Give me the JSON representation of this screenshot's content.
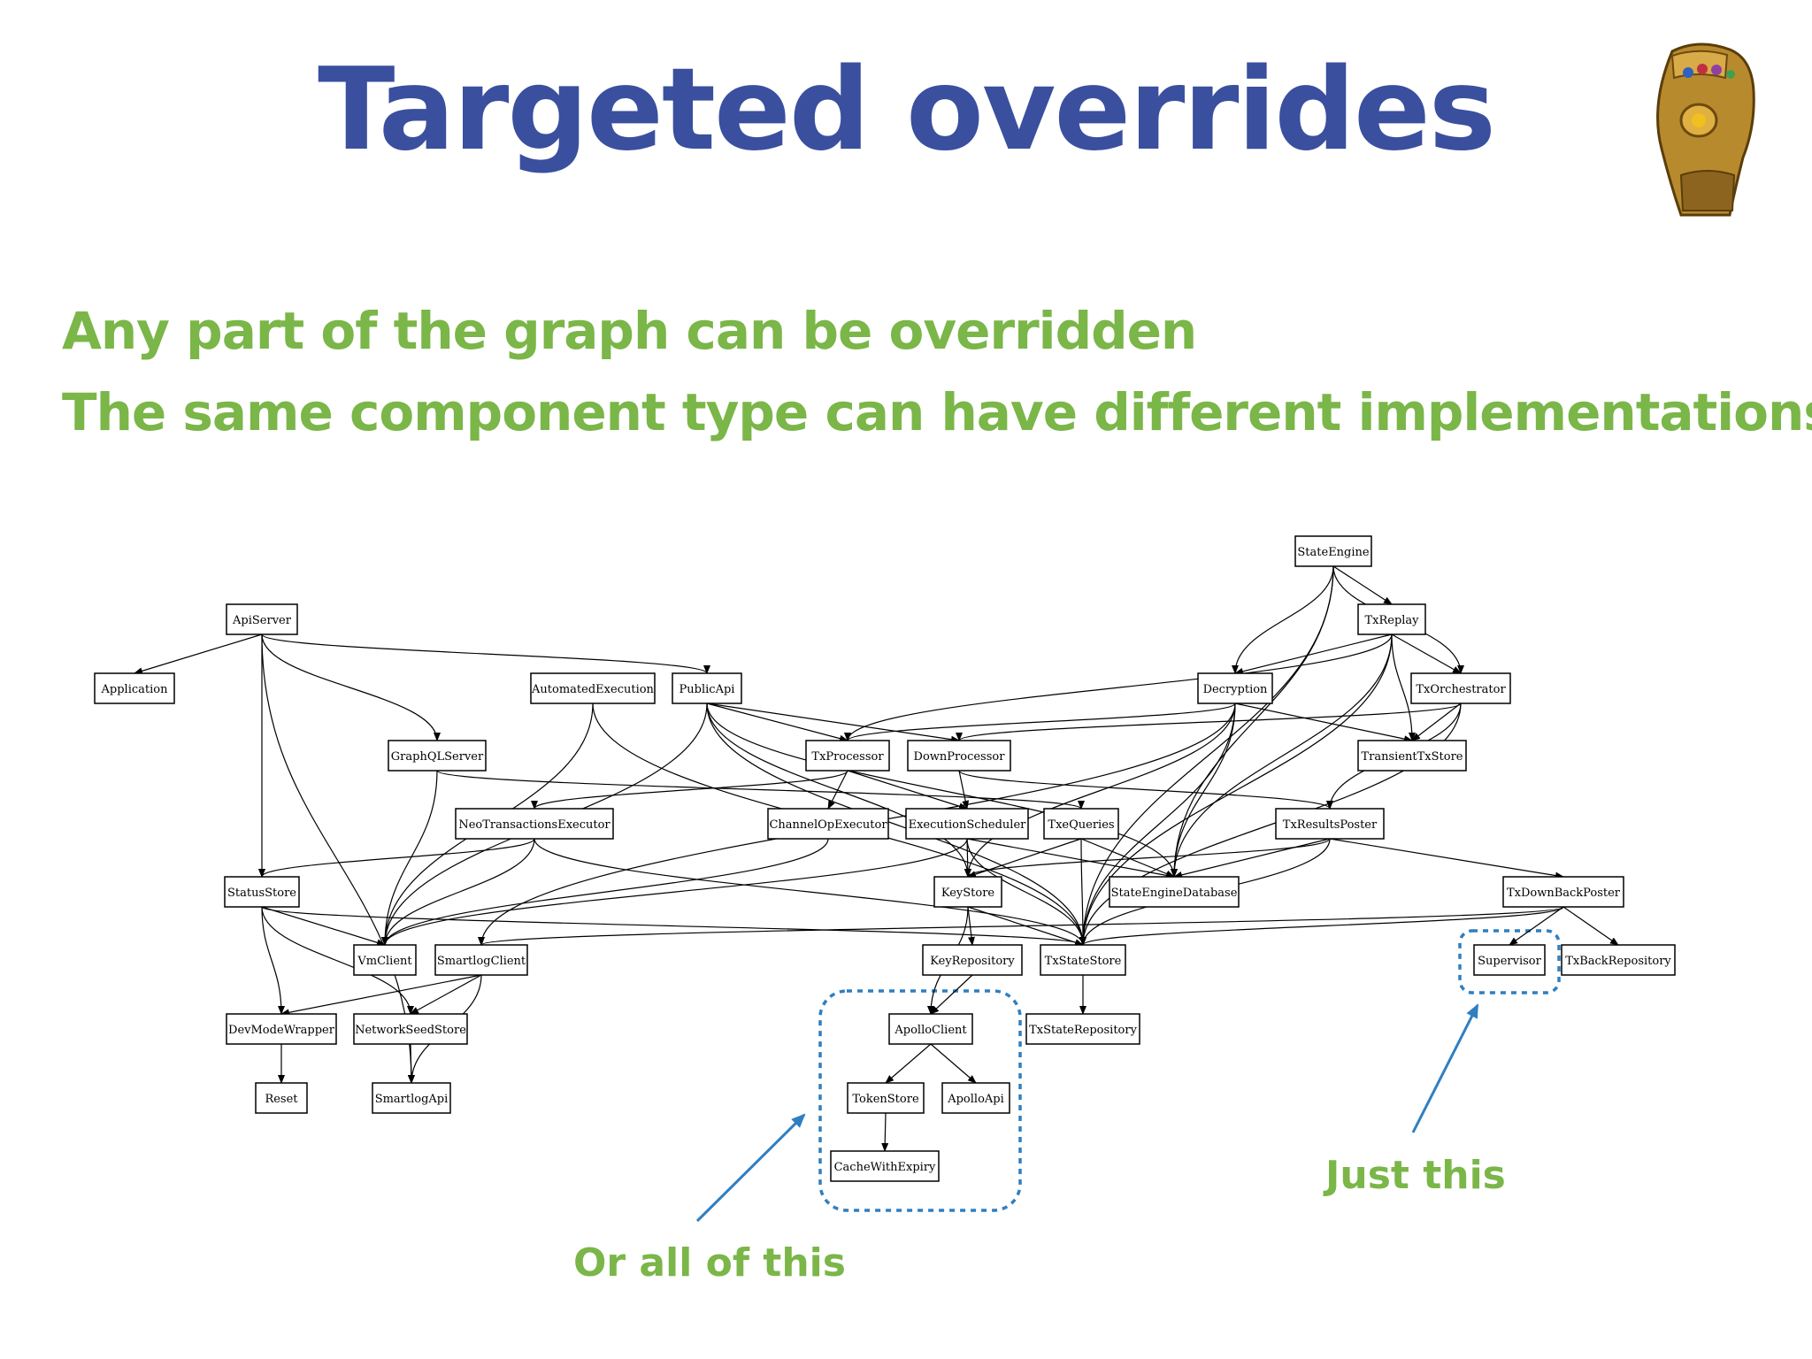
{
  "slide": {
    "title": "Targeted overrides",
    "bullets": [
      "Any part of the graph can be overridden",
      "The same component type can have different implementations"
    ],
    "callouts": {
      "all": "Or all of this",
      "just": "Just this"
    }
  },
  "graph": {
    "nodes": [
      {
        "id": "StateEngine",
        "label": "StateEngine"
      },
      {
        "id": "TxReplay",
        "label": "TxReplay"
      },
      {
        "id": "ApiServer",
        "label": "ApiServer"
      },
      {
        "id": "Application",
        "label": "Application"
      },
      {
        "id": "AutomatedExecution",
        "label": "AutomatedExecution"
      },
      {
        "id": "PublicApi",
        "label": "PublicApi"
      },
      {
        "id": "Decryption",
        "label": "Decryption"
      },
      {
        "id": "TxOrchestrator",
        "label": "TxOrchestrator"
      },
      {
        "id": "GraphQLServer",
        "label": "GraphQLServer"
      },
      {
        "id": "TxProcessor",
        "label": "TxProcessor"
      },
      {
        "id": "DownProcessor",
        "label": "DownProcessor"
      },
      {
        "id": "TransientTxStore",
        "label": "TransientTxStore"
      },
      {
        "id": "NeoTransactionsExecutor",
        "label": "NeoTransactionsExecutor"
      },
      {
        "id": "ChannelOpExecutor",
        "label": "ChannelOpExecutor"
      },
      {
        "id": "ExecutionScheduler",
        "label": "ExecutionScheduler"
      },
      {
        "id": "TxeQueries",
        "label": "TxeQueries"
      },
      {
        "id": "TxResultsPoster",
        "label": "TxResultsPoster"
      },
      {
        "id": "StatusStore",
        "label": "StatusStore"
      },
      {
        "id": "KeyStore",
        "label": "KeyStore"
      },
      {
        "id": "StateEngineDatabase",
        "label": "StateEngineDatabase"
      },
      {
        "id": "TxDownBackPoster",
        "label": "TxDownBackPoster"
      },
      {
        "id": "VmClient",
        "label": "VmClient"
      },
      {
        "id": "SmartlogClient",
        "label": "SmartlogClient"
      },
      {
        "id": "KeyRepository",
        "label": "KeyRepository"
      },
      {
        "id": "TxStateStore",
        "label": "TxStateStore"
      },
      {
        "id": "Supervisor",
        "label": "Supervisor"
      },
      {
        "id": "TxBackRepository",
        "label": "TxBackRepository"
      },
      {
        "id": "DevModeWrapper",
        "label": "DevModeWrapper"
      },
      {
        "id": "NetworkSeedStore",
        "label": "NetworkSeedStore"
      },
      {
        "id": "ApolloClient",
        "label": "ApolloClient"
      },
      {
        "id": "TxStateRepository",
        "label": "TxStateRepository"
      },
      {
        "id": "Reset",
        "label": "Reset"
      },
      {
        "id": "SmartlogApi",
        "label": "SmartlogApi"
      },
      {
        "id": "TokenStore",
        "label": "TokenStore"
      },
      {
        "id": "ApolloApi",
        "label": "ApolloApi"
      },
      {
        "id": "CacheWithExpiry",
        "label": "CacheWithExpiry"
      }
    ],
    "edges": [
      [
        "StateEngine",
        "TxReplay"
      ],
      [
        "StateEngine",
        "Decryption"
      ],
      [
        "StateEngine",
        "TxOrchestrator"
      ],
      [
        "StateEngine",
        "StateEngineDatabase"
      ],
      [
        "StateEngine",
        "TxStateStore"
      ],
      [
        "TxReplay",
        "Decryption"
      ],
      [
        "TxReplay",
        "TxOrchestrator"
      ],
      [
        "TxReplay",
        "TransientTxStore"
      ],
      [
        "TxReplay",
        "StateEngineDatabase"
      ],
      [
        "TxReplay",
        "TxProcessor"
      ],
      [
        "TxReplay",
        "TxStateStore"
      ],
      [
        "ApiServer",
        "Application"
      ],
      [
        "ApiServer",
        "GraphQLServer"
      ],
      [
        "ApiServer",
        "StatusStore"
      ],
      [
        "ApiServer",
        "PublicApi"
      ],
      [
        "ApiServer",
        "SmartlogApi"
      ],
      [
        "AutomatedExecution",
        "VmClient"
      ],
      [
        "AutomatedExecution",
        "TxStateStore"
      ],
      [
        "PublicApi",
        "DownProcessor"
      ],
      [
        "PublicApi",
        "TxProcessor"
      ],
      [
        "PublicApi",
        "StateEngineDatabase"
      ],
      [
        "PublicApi",
        "KeyStore"
      ],
      [
        "PublicApi",
        "TxStateStore"
      ],
      [
        "PublicApi",
        "VmClient"
      ],
      [
        "Decryption",
        "TransientTxStore"
      ],
      [
        "Decryption",
        "StateEngineDatabase"
      ],
      [
        "Decryption",
        "TxStateStore"
      ],
      [
        "Decryption",
        "SmartlogClient"
      ],
      [
        "Decryption",
        "KeyStore"
      ],
      [
        "Decryption",
        "TxProcessor"
      ],
      [
        "TxOrchestrator",
        "TransientTxStore"
      ],
      [
        "TxOrchestrator",
        "TxResultsPoster"
      ],
      [
        "TxOrchestrator",
        "TxStateStore"
      ],
      [
        "TxOrchestrator",
        "DownProcessor"
      ],
      [
        "GraphQLServer",
        "VmClient"
      ],
      [
        "GraphQLServer",
        "TxeQueries"
      ],
      [
        "TxProcessor",
        "ChannelOpExecutor"
      ],
      [
        "TxProcessor",
        "ExecutionScheduler"
      ],
      [
        "TxProcessor",
        "NeoTransactionsExecutor"
      ],
      [
        "DownProcessor",
        "ExecutionScheduler"
      ],
      [
        "DownProcessor",
        "TxResultsPoster"
      ],
      [
        "NeoTransactionsExecutor",
        "StatusStore"
      ],
      [
        "NeoTransactionsExecutor",
        "VmClient"
      ],
      [
        "NeoTransactionsExecutor",
        "TxStateStore"
      ],
      [
        "ChannelOpExecutor",
        "VmClient"
      ],
      [
        "ExecutionScheduler",
        "KeyStore"
      ],
      [
        "ExecutionScheduler",
        "TxStateStore"
      ],
      [
        "ExecutionScheduler",
        "StateEngineDatabase"
      ],
      [
        "ExecutionScheduler",
        "VmClient"
      ],
      [
        "TxeQueries",
        "KeyStore"
      ],
      [
        "TxeQueries",
        "TxStateStore"
      ],
      [
        "TxeQueries",
        "StateEngineDatabase"
      ],
      [
        "TxResultsPoster",
        "TxDownBackPoster"
      ],
      [
        "TxResultsPoster",
        "StateEngineDatabase"
      ],
      [
        "TxResultsPoster",
        "TxStateStore"
      ],
      [
        "TxResultsPoster",
        "KeyStore"
      ],
      [
        "StatusStore",
        "VmClient"
      ],
      [
        "StatusStore",
        "DevModeWrapper"
      ],
      [
        "StatusStore",
        "NetworkSeedStore"
      ],
      [
        "StatusStore",
        "TxStateStore"
      ],
      [
        "KeyStore",
        "KeyRepository"
      ],
      [
        "KeyStore",
        "TxStateStore"
      ],
      [
        "KeyStore",
        "ApolloClient"
      ],
      [
        "TxDownBackPoster",
        "Supervisor"
      ],
      [
        "TxDownBackPoster",
        "TxBackRepository"
      ],
      [
        "TxDownBackPoster",
        "SmartlogClient"
      ],
      [
        "TxDownBackPoster",
        "TxStateStore"
      ],
      [
        "SmartlogClient",
        "NetworkSeedStore"
      ],
      [
        "SmartlogClient",
        "DevModeWrapper"
      ],
      [
        "SmartlogClient",
        "SmartlogApi"
      ],
      [
        "KeyRepository",
        "ApolloClient"
      ],
      [
        "TxStateStore",
        "TxStateRepository"
      ],
      [
        "DevModeWrapper",
        "Reset"
      ],
      [
        "NetworkSeedStore",
        "SmartlogApi"
      ],
      [
        "ApolloClient",
        "TokenStore"
      ],
      [
        "ApolloClient",
        "ApolloApi"
      ],
      [
        "TokenStore",
        "CacheWithExpiry"
      ]
    ]
  },
  "colors": {
    "title": "#3a4f9e",
    "accent": "#7ab648",
    "highlight": "#2f7fc1",
    "node_border": "#000000"
  },
  "icons": {
    "corner": "gauntlet-icon"
  }
}
